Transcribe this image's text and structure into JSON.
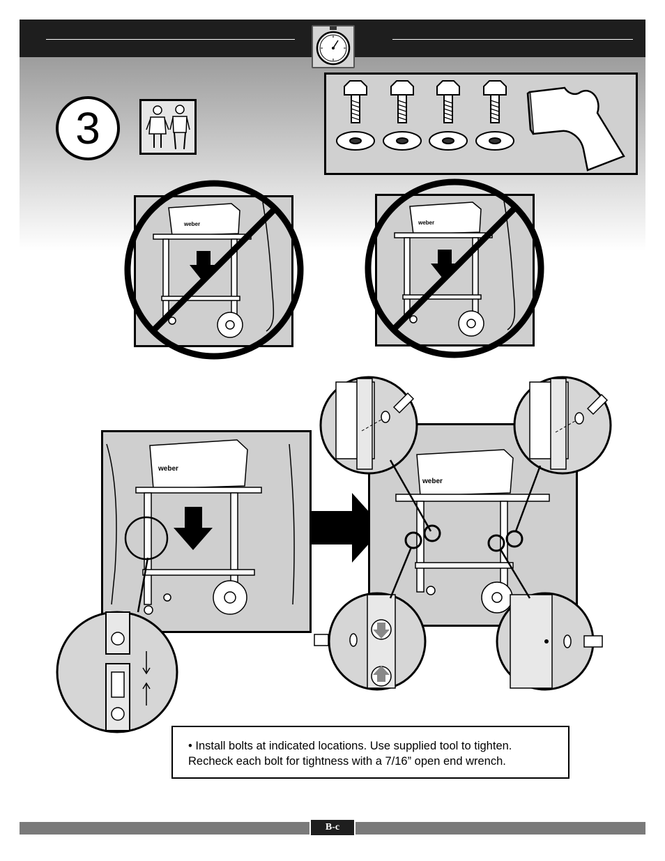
{
  "header": {
    "step_number": "3"
  },
  "icons": {
    "stopwatch": "stopwatch-icon",
    "people": "two-people-icon",
    "prohibited": "prohibited-icon",
    "arrow": "arrow-right-icon"
  },
  "parts": {
    "bolts": 4,
    "washers": 4,
    "tool": "wrench-tool"
  },
  "instructions": {
    "line1": "• Install bolts at indicated locations. Use supplied tool to tighten.",
    "line2": "Recheck each bolt for tightness with a 7/16” open end wrench."
  },
  "grill": {
    "brand": "weber"
  },
  "footer": {
    "page_number": "B-c"
  },
  "colors": {
    "header": "#1e1e1e",
    "footer": "#7a7a7a",
    "panel": "#cfcfcf"
  }
}
